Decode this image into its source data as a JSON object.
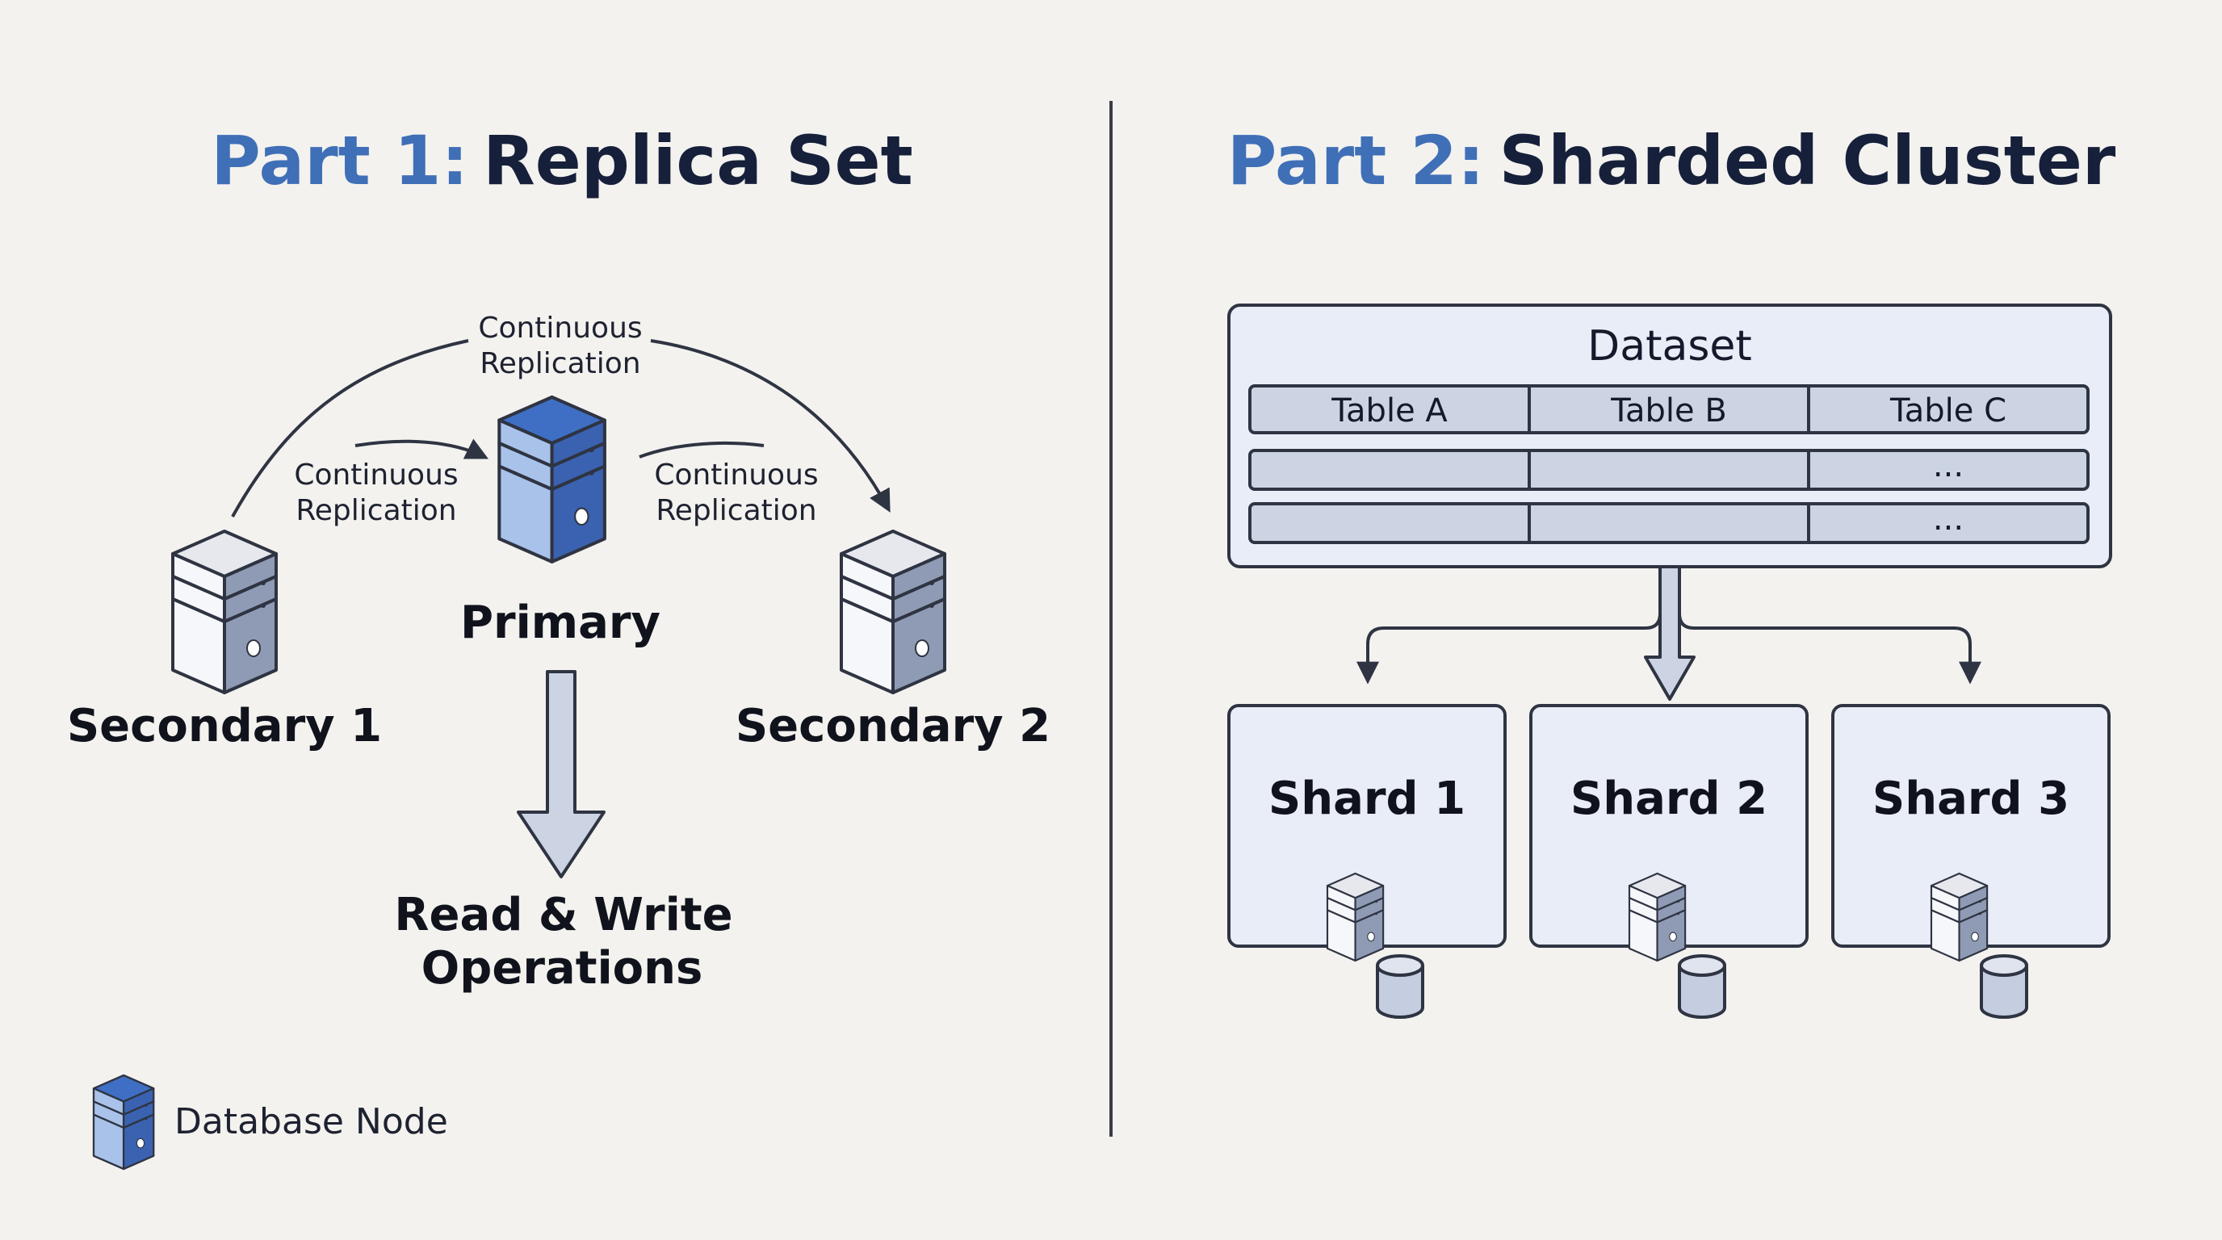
{
  "part1": {
    "prefix": "Part 1:",
    "title": "Replica Set",
    "nodes": {
      "primary": "Primary",
      "secondary1": "Secondary 1",
      "secondary2": "Secondary 2"
    },
    "replication_label_line1": "Continuous",
    "replication_label_line2": "Replication",
    "operations_line1": "Read & Write",
    "operations_line2": "Operations",
    "legend": "Database Node"
  },
  "part2": {
    "prefix": "Part 2:",
    "title": "Sharded Cluster",
    "dataset_title": "Dataset",
    "tables": [
      "Table A",
      "Table B",
      "Table C"
    ],
    "row_ellipsis": "...",
    "shards": [
      "Shard 1",
      "Shard 2",
      "Shard 3"
    ]
  },
  "colors": {
    "primary_blue": "#3f6fb6",
    "title_dark": "#16203a",
    "panel_fill": "#e8edf8",
    "cell_fill": "#ccd4e3",
    "stroke": "#2f3442"
  },
  "icons": [
    "server-stack-icon",
    "database-cylinder-icon"
  ]
}
